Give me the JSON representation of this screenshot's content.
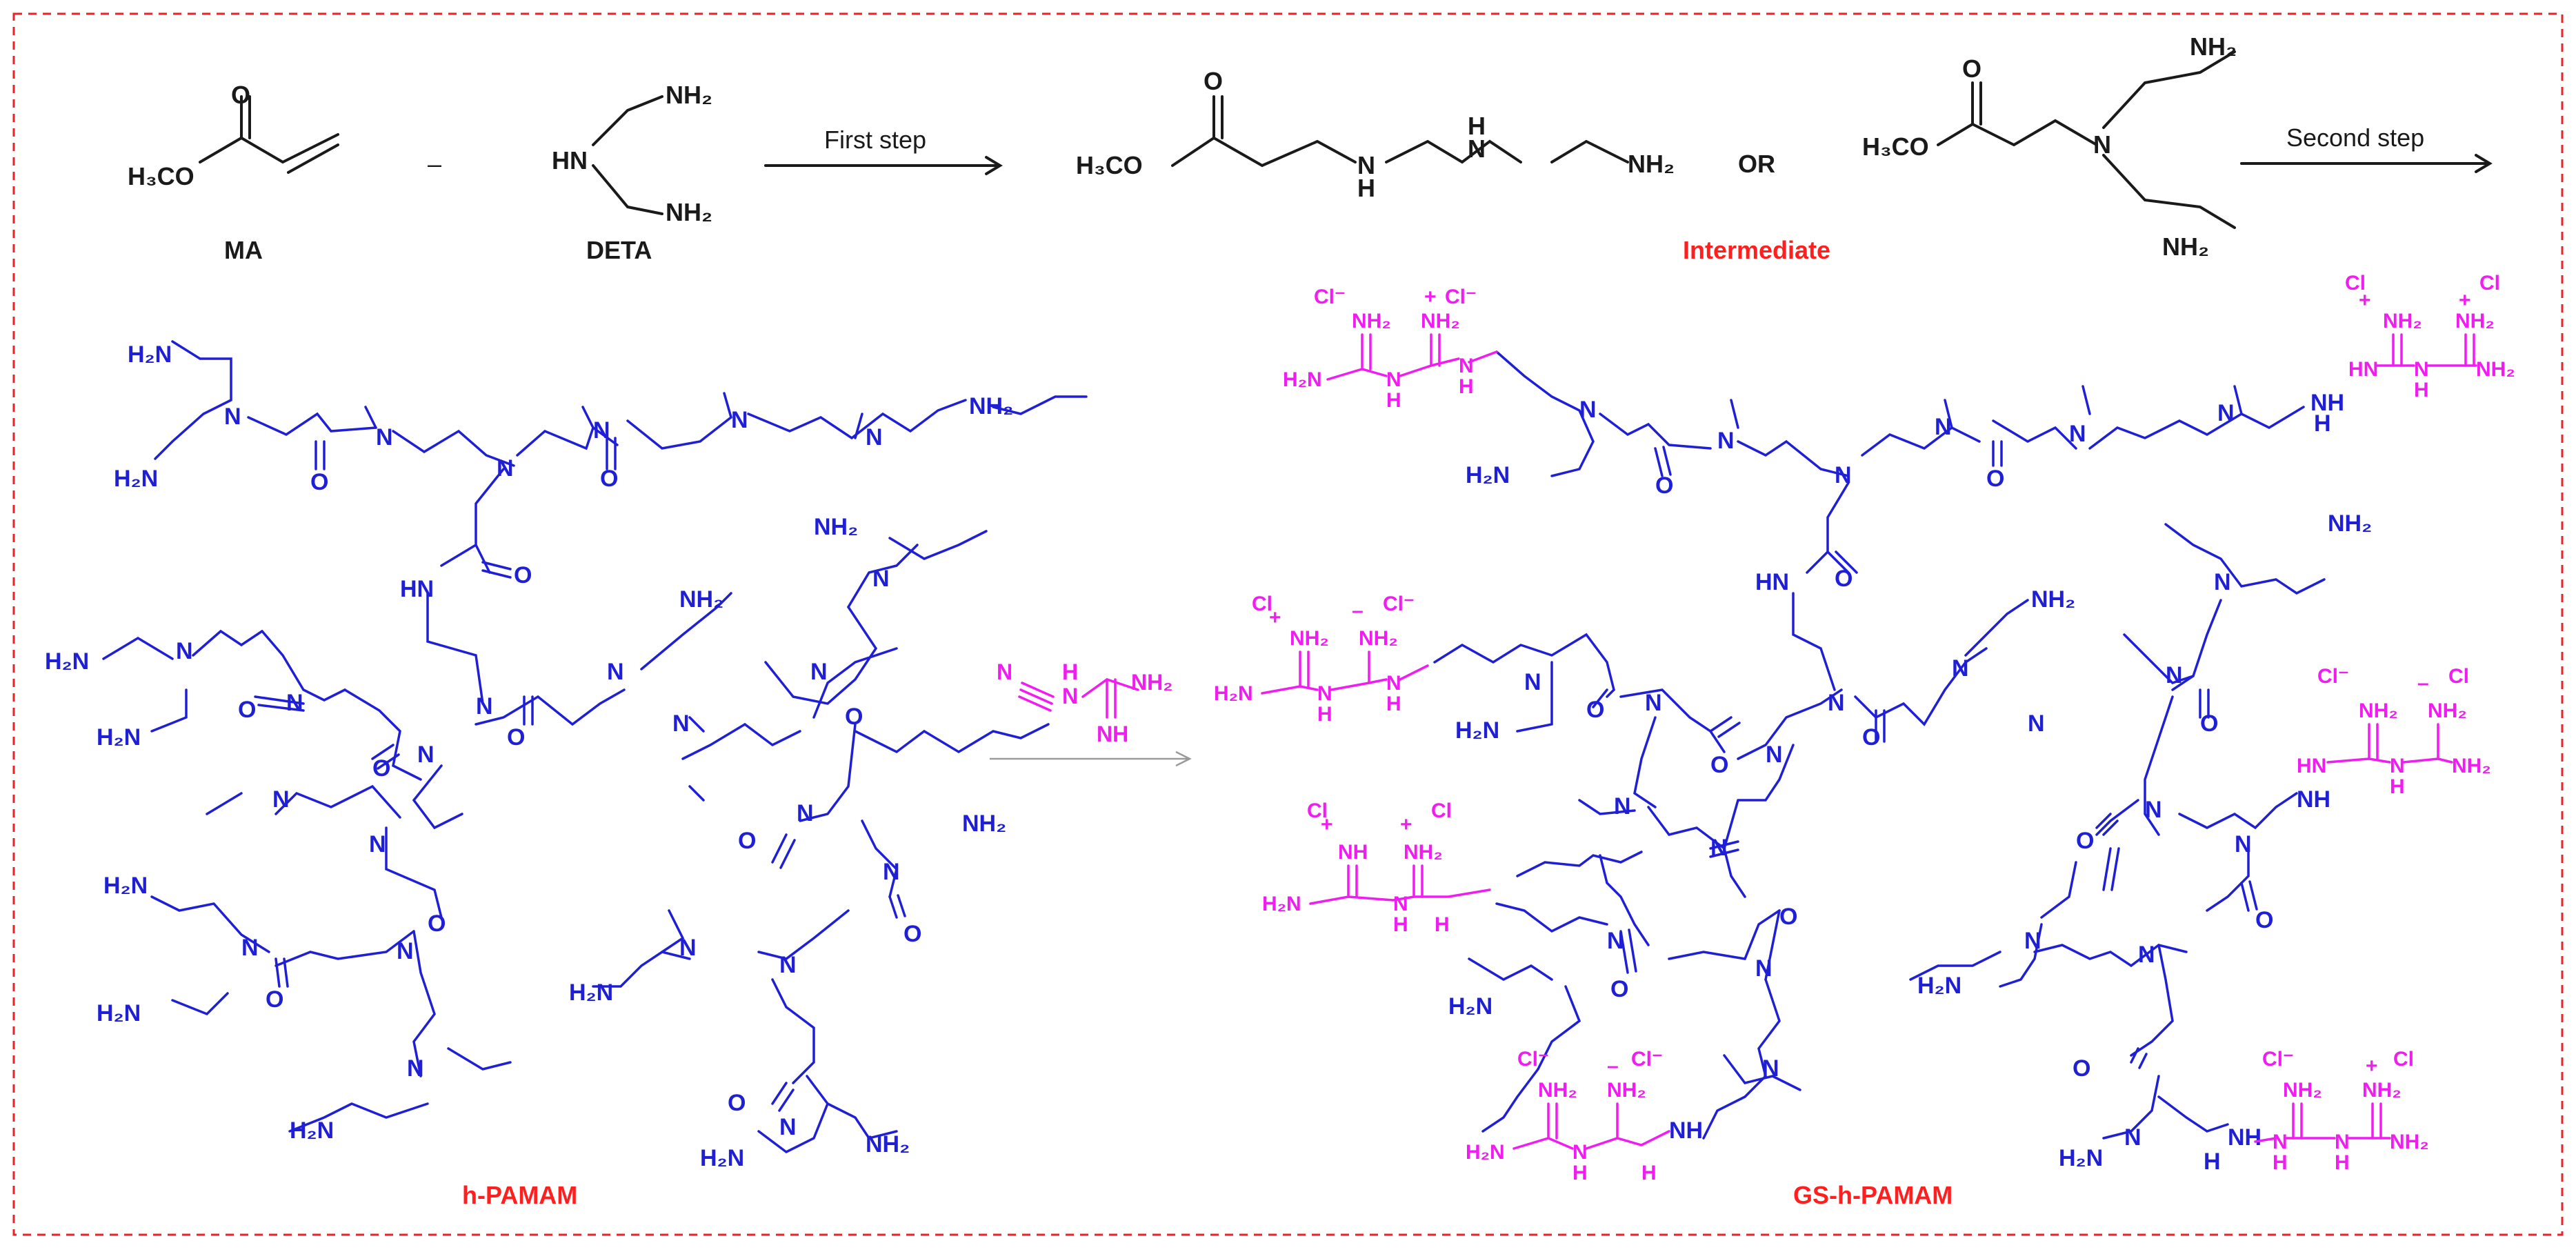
{
  "colors": {
    "frame": "#e8232a",
    "black": "#1a1a1a",
    "blue": "#1f1fd6",
    "magenta": "#f01cf0",
    "red_label": "#ff1f1f",
    "arrow_faint": "#9a9a9a"
  },
  "top": {
    "ma": {
      "o": "O",
      "h3co": "H₃CO",
      "label": "MA"
    },
    "sep": "–",
    "deta": {
      "nh2_top": "NH₂",
      "hn": "HN",
      "nh2_bot": "NH₂",
      "label": "DETA"
    },
    "arrow1": "First step",
    "int1": {
      "o": "O",
      "h3co": "H₃CO",
      "h1": "H",
      "n1": "N",
      "h2": "H",
      "n2": "N",
      "nh2": "NH₂"
    },
    "or": "OR",
    "int2": {
      "o": "O",
      "h3co": "H₃CO",
      "n": "N",
      "nh2_top": "NH₂",
      "nh2_bot": "NH₂"
    },
    "intermediate_label": "Intermediate",
    "arrow2": "Second step"
  },
  "left_title": "h-PAMAM",
  "reagent": {
    "n": "N",
    "h": "H",
    "n1": "N",
    "nh2": "NH₂",
    "nh": "NH"
  },
  "right_title": "GS-h-PAMAM",
  "atoms": {
    "n": "N",
    "h": "H",
    "o": "O",
    "nh": "NH",
    "hn": "HN",
    "nh2": "NH₂",
    "h2n": "H₂N",
    "cl": "Cl",
    "clm": "Cl⁻",
    "plus": "+",
    "minus": "–"
  }
}
